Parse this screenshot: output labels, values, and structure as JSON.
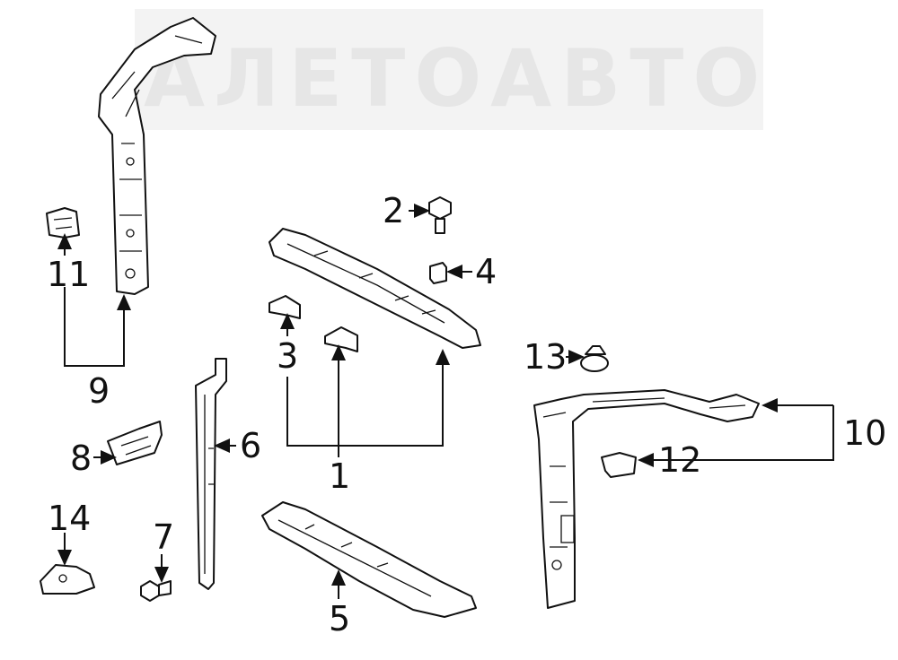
{
  "watermark": {
    "text": "АЛЕТОАВТО"
  },
  "callouts": {
    "c1": "1",
    "c2": "2",
    "c3": "3",
    "c4": "4",
    "c5": "5",
    "c6": "6",
    "c7": "7",
    "c8": "8",
    "c9": "9",
    "c10": "10",
    "c11": "11",
    "c12": "12",
    "c13": "13",
    "c14": "14"
  },
  "colors": {
    "line": "#111111",
    "watermark": "#e6e6e6",
    "background": "#ffffff"
  }
}
